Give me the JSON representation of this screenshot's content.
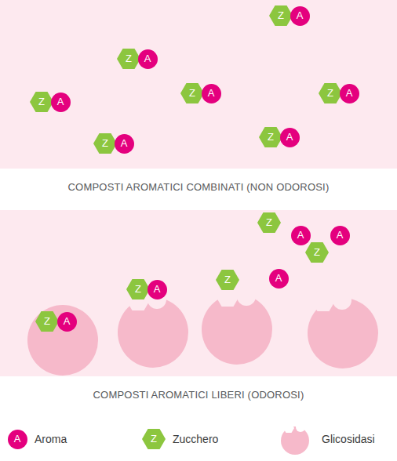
{
  "diagram": {
    "nodes": [
      {
        "text": [
          "COMPOSTI AROMATICI COMBINATI (NON ODOROSI)"
        ]
      },
      {
        "text": [
          "Z"
        ],
        "in": 0
      },
      {
        "text": [
          "A"
        ],
        "in": 0
      },
      {
        "text": [
          "Z"
        ],
        "in": 0
      },
      {
        "text": [
          "A"
        ],
        "in": 0
      },
      {
        "text": [
          "Z"
        ],
        "in": 0
      },
      {
        "text": [
          "A"
        ],
        "in": 0
      },
      {
        "text": [
          "Z"
        ],
        "in": 0
      },
      {
        "text": [
          "A"
        ],
        "in": 0
      },
      {
        "text": [
          "Z"
        ],
        "in": 0
      },
      {
        "text": [
          "A"
        ],
        "in": 0
      },
      {
        "text": [
          "Z"
        ],
        "in": 0
      },
      {
        "text": [
          "A"
        ],
        "in": 0
      },
      {
        "text": [
          "Z"
        ],
        "in": 0
      },
      {
        "text": [
          "A"
        ],
        "in": 0
      },
      {
        "text": [
          "COMPOSTI AROMATICI LIBERI (ODOROSI)"
        ]
      },
      {
        "text": [
          "Z"
        ],
        "in": 15
      },
      {
        "text": [
          "A"
        ],
        "in": 15
      },
      {
        "text": [
          "Z"
        ],
        "in": 15
      },
      {
        "text": [
          "A"
        ],
        "in": 15
      },
      {
        "text": [
          "Z"
        ],
        "in": 15
      },
      {
        "text": [
          "A"
        ],
        "in": 15
      },
      {
        "text": [
          "Z"
        ],
        "in": 15
      },
      {
        "text": [
          "A"
        ],
        "in": 15
      },
      {
        "text": [
          "A"
        ],
        "in": 15
      },
      {
        "text": [
          "Z"
        ],
        "in": 15
      }
    ],
    "labels": [
      "A",
      "Z"
    ],
    "legend": [
      {
        "text": "Aroma",
        "color": "#e4007e"
      },
      {
        "text": "Zucchero",
        "color": "#8cc63f"
      },
      {
        "text": "Glicosidasi",
        "color": "#f6b9ca"
      }
    ]
  }
}
